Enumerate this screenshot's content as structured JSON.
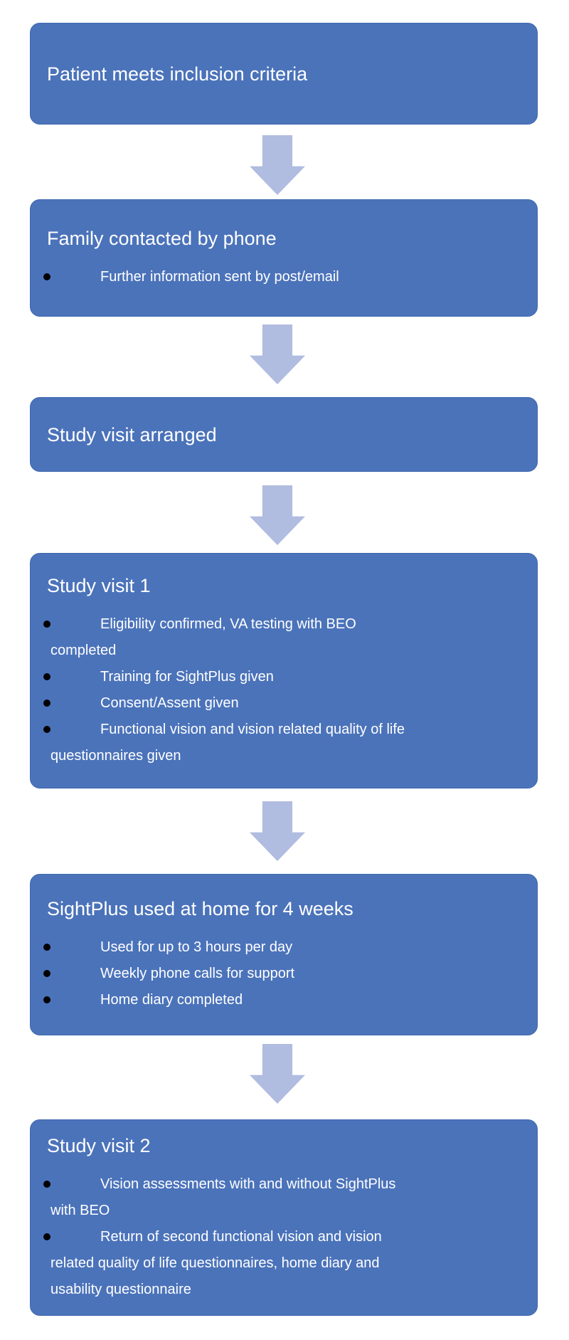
{
  "flowchart": {
    "colors": {
      "box_fill": "#4B73BA",
      "box_border": "#3D67AF",
      "arrow_fill": "#B0BCE0",
      "title_text": "#FFFFFF",
      "bullet_dot": "#000000"
    },
    "steps": [
      {
        "title": "Patient meets inclusion criteria",
        "bullets": []
      },
      {
        "title": "Family contacted by phone",
        "bullets": [
          "Further information sent by post/email"
        ]
      },
      {
        "title": "Study visit arranged",
        "bullets": []
      },
      {
        "title": "Study visit 1",
        "bullets": [
          "Eligibility confirmed, VA testing with BEO\ncompleted",
          "Training for SightPlus given",
          "Consent/Assent given",
          "Functional vision and vision related quality of life\nquestionnaires given"
        ]
      },
      {
        "title": "SightPlus used at home for 4 weeks",
        "bullets": [
          "Used for up to 3 hours per day",
          "Weekly phone calls for support",
          "Home diary completed"
        ]
      },
      {
        "title": "Study visit 2",
        "bullets": [
          "Vision assessments with and without SightPlus\nwith BEO",
          "Return of second functional vision and vision\nrelated quality of life questionnaires, home diary and\nusability questionnaire"
        ]
      }
    ]
  }
}
